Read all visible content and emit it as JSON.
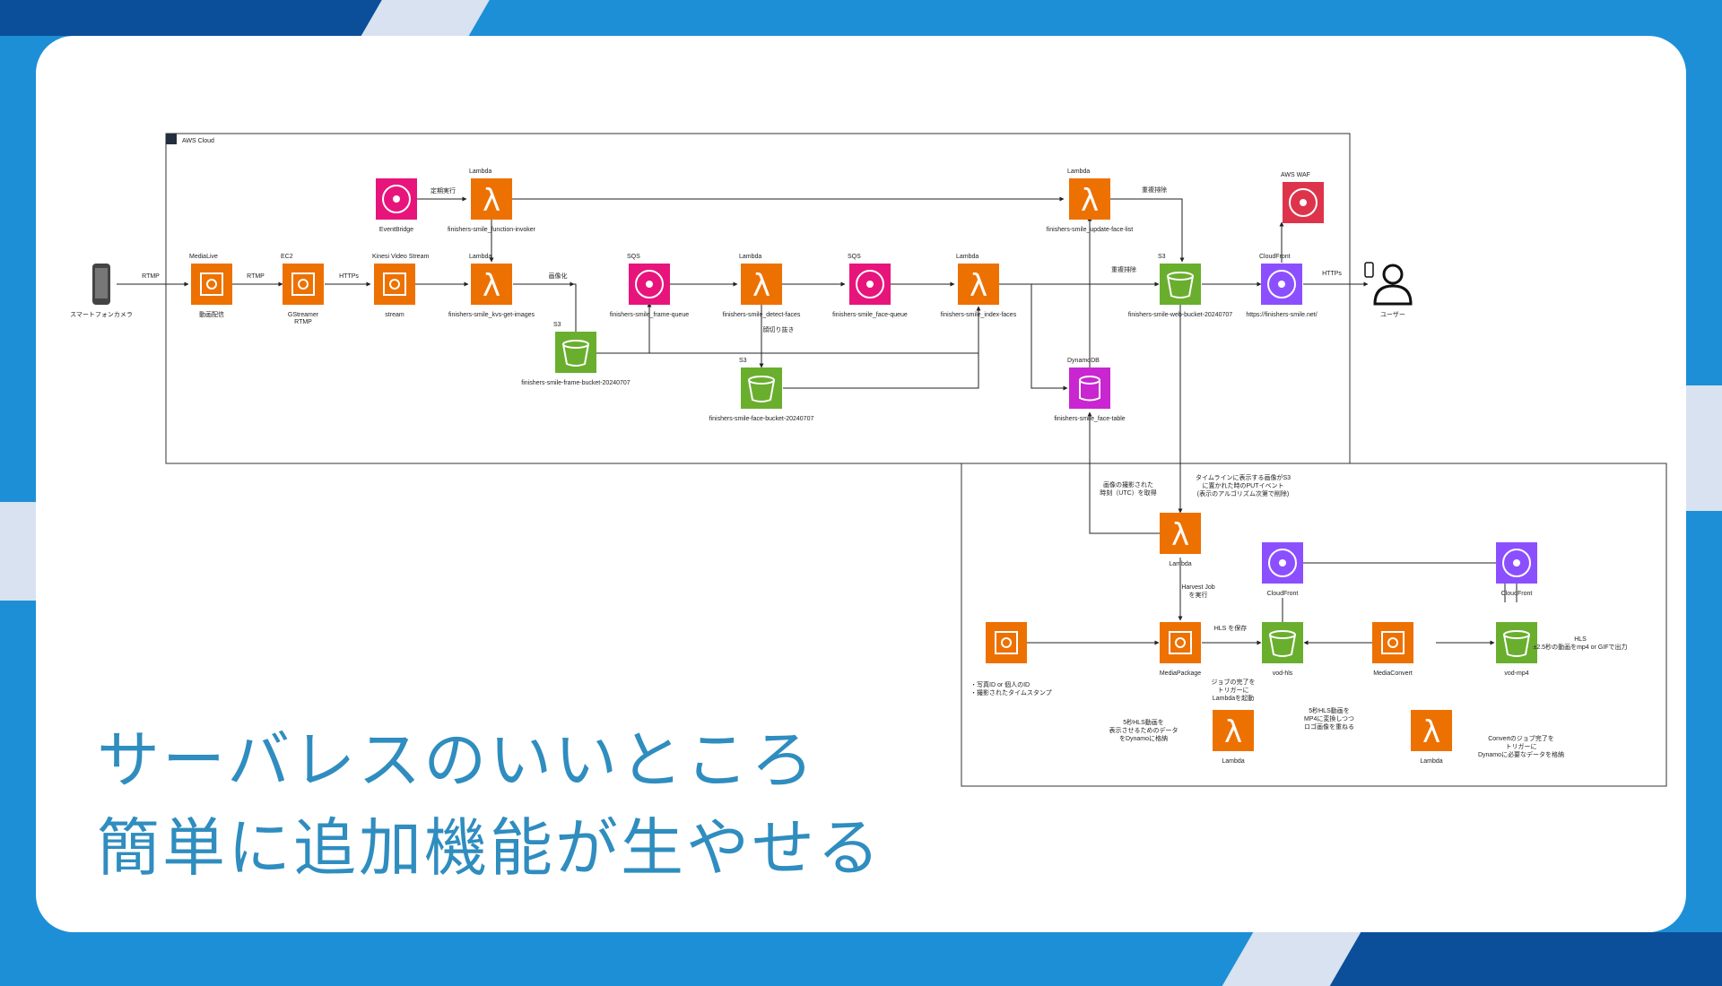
{
  "colors": {
    "frame": "#ffffff",
    "accent": "#1d8fd6",
    "dark": "#0b4f9a",
    "compute": "#ed7100",
    "storage": "#6aae2e",
    "integration": "#e7157b",
    "network": "#8c4fff",
    "security": "#dd344c",
    "database": "#c925d1",
    "text": "#2f8dbf"
  },
  "headline": {
    "line1": "サーバレスのいいところ",
    "line2": "簡単に追加機能が生やせる"
  },
  "aws": {
    "group_label": "AWS Cloud"
  },
  "nodes": [
    {
      "id": "phone",
      "icon": "smartphone-icon",
      "label": "スマートフォンカメラ",
      "top": ""
    },
    {
      "id": "medialive",
      "icon": "medialive-icon",
      "label": "動画配信",
      "top": "MediaLive"
    },
    {
      "id": "ec2",
      "icon": "ec2-icon",
      "label": "GStreamer",
      "top": "EC2",
      "extra": "RTMP"
    },
    {
      "id": "kvs",
      "icon": "kinesis-video-icon",
      "label": "stream",
      "top": "Kinesi Video Stream"
    },
    {
      "id": "l_kvs",
      "icon": "lambda-icon",
      "label": "finishers-smile_kvs-get-images",
      "top": "Lambda"
    },
    {
      "id": "eventbridge",
      "icon": "eventbridge-icon",
      "label": "EventBridge",
      "top": ""
    },
    {
      "id": "l_invoker",
      "icon": "lambda-icon",
      "label": "finishers-smile_function-invoker",
      "top": "Lambda"
    },
    {
      "id": "s3_frame",
      "icon": "s3-bucket-icon",
      "label": "finishers-smile-frame-bucket-20240707",
      "top": "S3"
    },
    {
      "id": "sqs_frame",
      "icon": "sqs-icon",
      "label": "finishers-smile_frame-queue",
      "top": "SQS"
    },
    {
      "id": "l_detect",
      "icon": "lambda-icon",
      "label": "finishers-smile_detect-faces",
      "top": "Lambda"
    },
    {
      "id": "s3_face",
      "icon": "s3-bucket-icon",
      "label": "finishers-smile-face-bucket-20240707",
      "top": "S3"
    },
    {
      "id": "sqs_face",
      "icon": "sqs-icon",
      "label": "finishers-smile_face-queue",
      "top": "SQS"
    },
    {
      "id": "l_index",
      "icon": "lambda-icon",
      "label": "finishers-smile_index-faces",
      "top": "Lambda"
    },
    {
      "id": "l_update",
      "icon": "lambda-icon",
      "label": "finishers-smile_update-face-list",
      "top": "Lambda"
    },
    {
      "id": "dynamo",
      "icon": "dynamodb-icon",
      "label": "finishers-smile_face-table",
      "top": "DynamoDB"
    },
    {
      "id": "s3_web",
      "icon": "s3-bucket-icon",
      "label": "finishers-smile-web-bucket-20240707",
      "top": "S3"
    },
    {
      "id": "waf",
      "icon": "waf-icon",
      "label": "",
      "top": "AWS WAF"
    },
    {
      "id": "cf_main",
      "icon": "cloudfront-icon",
      "label": "https://finishers-smile.net/",
      "top": "CloudFront"
    },
    {
      "id": "user",
      "icon": "user-icon",
      "label": "ユーザー",
      "top": ""
    },
    {
      "id": "l_time",
      "icon": "lambda-icon",
      "label": "Lambda",
      "top": ""
    },
    {
      "id": "mediaconv_in",
      "icon": "medialive-icon",
      "label": "",
      "top": ""
    },
    {
      "id": "mediapackage",
      "icon": "mediapackage-icon",
      "label": "MediaPackage",
      "top": ""
    },
    {
      "id": "s3_hls",
      "icon": "s3-bucket-icon",
      "label": "vod-hls",
      "top": ""
    },
    {
      "id": "cf_hls",
      "icon": "cloudfront-icon",
      "label": "CloudFront",
      "top": ""
    },
    {
      "id": "mediaconvert",
      "icon": "mediaconvert-icon",
      "label": "MediaConvert",
      "top": ""
    },
    {
      "id": "s3_mp4",
      "icon": "s3-bucket-icon",
      "label": "vod-mp4",
      "top": ""
    },
    {
      "id": "cf_mp4",
      "icon": "cloudfront-icon",
      "label": "CloudFront",
      "top": ""
    },
    {
      "id": "l_hls",
      "icon": "lambda-icon",
      "label": "Lambda",
      "top": ""
    },
    {
      "id": "l_conv",
      "icon": "lambda-icon",
      "label": "Lambda",
      "top": ""
    }
  ],
  "edge_labels": {
    "rtmp1": "RTMP",
    "rtmp2": "RTMP",
    "https1": "HTTPs",
    "gazou": "画像化",
    "teiki": "定期実行",
    "kaogiri": "顔切り抜き",
    "chofuku1": "重複排除",
    "chofuku2": "重複排除",
    "https2": "HTTPs",
    "harvest": "Harvest Job\nを実行",
    "hls_save": "HLS を保存",
    "hls_out": "HLS\n±2.5秒の動画をmp4 or GIFで出力"
  },
  "notes": {
    "time_note": "画像の撮影された\n時刻（UTC）を取得",
    "put_note": "タイムラインに表示する画像がS3\nに置かれた時のPUTイベント\n(表示のアルゴリズム次第で削除)",
    "input_note": "・写真ID or 個人のID\n・撮影されたタイムスタンプ",
    "job_note": "ジョブの完了を\nトリガーに\nLambdaを起動",
    "dyn_note": "5秒HLS動画を\n表示させるためのデータ\nをDynamoに格納",
    "mp4_note": "5秒HLS動画を\nMP4に変換しつつ\nロゴ画像を重ねる",
    "conv_note": "Convertのジョブ完了を\nトリガーに\nDynamoに必要なデータを格納"
  }
}
